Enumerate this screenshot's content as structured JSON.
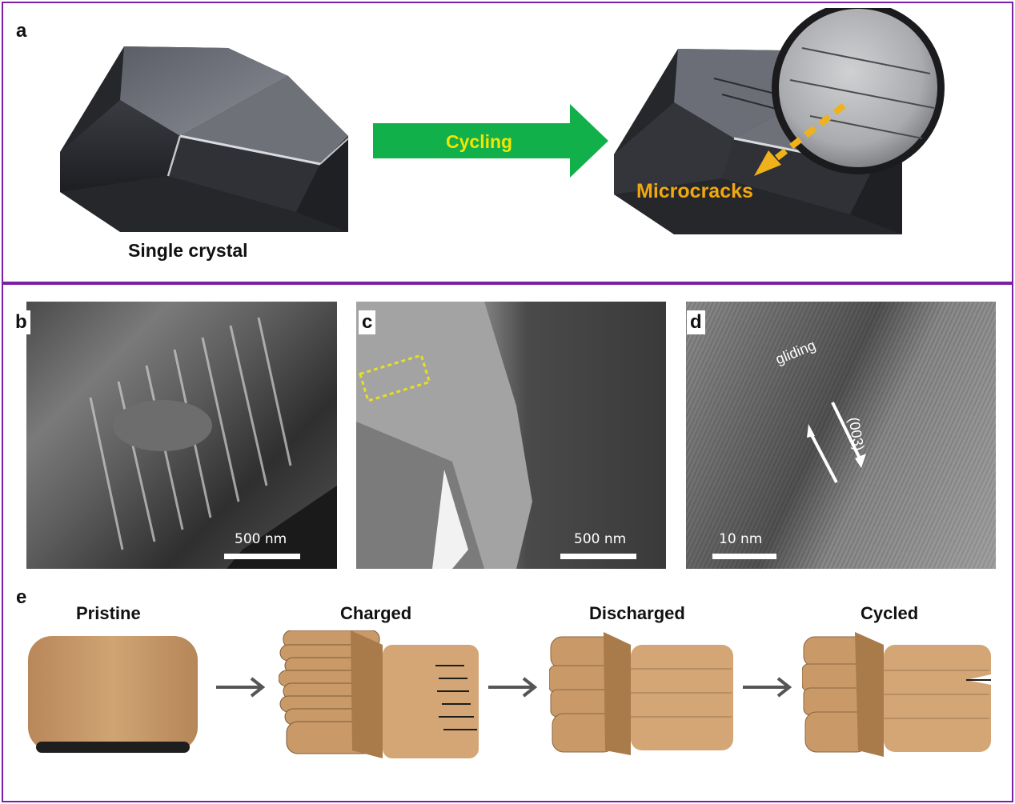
{
  "panels": {
    "a": {
      "letter": "a",
      "left_caption": "Single crystal",
      "arrow_label": "Cycling",
      "callout_label": "Microcracks"
    },
    "b": {
      "letter": "b",
      "scale": "500 nm"
    },
    "c": {
      "letter": "c",
      "scale": "500 nm"
    },
    "d": {
      "letter": "d",
      "scale": "10 nm",
      "annotation_gliding": "gliding",
      "annotation_plane": "(003)"
    },
    "e": {
      "letter": "e",
      "stages": [
        "Pristine",
        "Charged",
        "Discharged",
        "Cycled"
      ]
    }
  },
  "colors": {
    "frame": "#7a1fa6",
    "arrow_green": "#12b04a",
    "cycling_text": "#f2e600",
    "microcracks_text": "#f0a810",
    "block": "#c99a68"
  }
}
